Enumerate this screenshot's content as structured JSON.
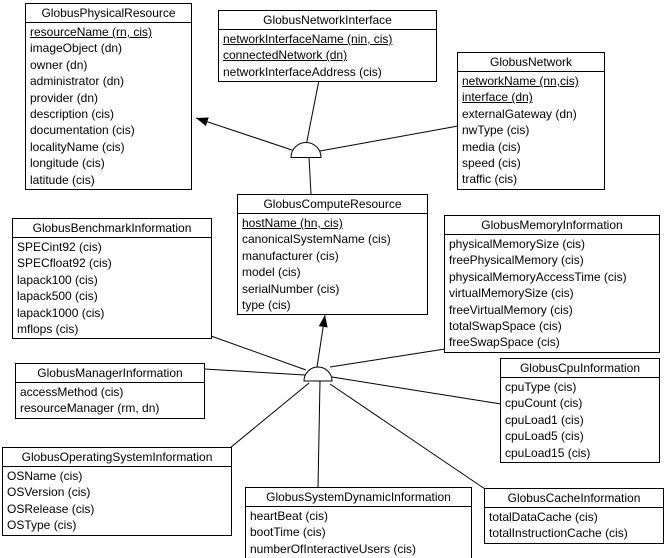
{
  "diagram": {
    "classes": [
      {
        "id": "globus-physical-resource",
        "title": "GlobusPhysicalResource",
        "attributes": [
          {
            "text": "resourceName (rn, cis)",
            "underline": true
          },
          {
            "text": "imageObject (dn)",
            "underline": false
          },
          {
            "text": "owner (dn)",
            "underline": false
          },
          {
            "text": "administrator (dn)",
            "underline": false
          },
          {
            "text": "provider (dn)",
            "underline": false
          },
          {
            "text": "description (cis)",
            "underline": false
          },
          {
            "text": "documentation (cis)",
            "underline": false
          },
          {
            "text": "localityName (cis)",
            "underline": false
          },
          {
            "text": "longitude (cis)",
            "underline": false
          },
          {
            "text": "latitude (cis)",
            "underline": false
          }
        ]
      },
      {
        "id": "globus-network-interface",
        "title": "GlobusNetworkInterface",
        "attributes": [
          {
            "text": "networkInterfaceName (nin, cis)",
            "underline": true
          },
          {
            "text": "connectedNetwork (dn)",
            "underline": true
          },
          {
            "text": "networkInterfaceAddress (cis)",
            "underline": false
          }
        ]
      },
      {
        "id": "globus-network",
        "title": "GlobusNetwork",
        "attributes": [
          {
            "text": "networkName (nn,cis)",
            "underline": true
          },
          {
            "text": "interface (dn)",
            "underline": true
          },
          {
            "text": "externalGateway (dn)",
            "underline": false
          },
          {
            "text": "nwType (cis)",
            "underline": false
          },
          {
            "text": "media (cis)",
            "underline": false
          },
          {
            "text": "speed (cis)",
            "underline": false
          },
          {
            "text": "traffic (cis)",
            "underline": false
          }
        ]
      },
      {
        "id": "globus-compute-resource",
        "title": "GlobusComputeResource",
        "attributes": [
          {
            "text": "hostName (hn, cis)",
            "underline": true
          },
          {
            "text": "canonicalSystemName (cis)",
            "underline": false
          },
          {
            "text": "manufacturer (cis)",
            "underline": false
          },
          {
            "text": "model (cis)",
            "underline": false
          },
          {
            "text": "serialNumber (cis)",
            "underline": false
          },
          {
            "text": "type (cis)",
            "underline": false
          }
        ]
      },
      {
        "id": "globus-benchmark-information",
        "title": "GlobusBenchmarkInformation",
        "attributes": [
          {
            "text": "SPECint92 (cis)",
            "underline": false
          },
          {
            "text": "SPECfloat92 (cis)",
            "underline": false
          },
          {
            "text": "lapack100 (cis)",
            "underline": false
          },
          {
            "text": "lapack500 (cis)",
            "underline": false
          },
          {
            "text": "lapack1000 (cis)",
            "underline": false
          },
          {
            "text": "mflops (cis)",
            "underline": false
          }
        ]
      },
      {
        "id": "globus-memory-information",
        "title": "GlobusMemoryInformation",
        "attributes": [
          {
            "text": "physicalMemorySize (cis)",
            "underline": false
          },
          {
            "text": "freePhysicalMemory (cis)",
            "underline": false
          },
          {
            "text": "physicalMemoryAccessTime (cis)",
            "underline": false
          },
          {
            "text": "virtualMemorySize (cis)",
            "underline": false
          },
          {
            "text": "freeVirtualMemory (cis)",
            "underline": false
          },
          {
            "text": "totalSwapSpace (cis)",
            "underline": false
          },
          {
            "text": "freeSwapSpace (cis)",
            "underline": false
          }
        ]
      },
      {
        "id": "globus-manager-information",
        "title": "GlobusManagerInformation",
        "attributes": [
          {
            "text": "accessMethod (cis)",
            "underline": false
          },
          {
            "text": "resourceManager (rm, dn)",
            "underline": false
          }
        ]
      },
      {
        "id": "globus-cpu-information",
        "title": "GlobusCpuInformation",
        "attributes": [
          {
            "text": "cpuType (cis)",
            "underline": false
          },
          {
            "text": "cpuCount (cis)",
            "underline": false
          },
          {
            "text": "cpuLoad1 (cis)",
            "underline": false
          },
          {
            "text": "cpuLoad5 (cis)",
            "underline": false
          },
          {
            "text": "cpuLoad15 (cis)",
            "underline": false
          }
        ]
      },
      {
        "id": "globus-operating-system-information",
        "title": "GlobusOperatingSystemInformation",
        "attributes": [
          {
            "text": "OSName (cis)",
            "underline": false
          },
          {
            "text": "OSVersion (cis)",
            "underline": false
          },
          {
            "text": "OSRelease (cis)",
            "underline": false
          },
          {
            "text": "OSType (cis)",
            "underline": false
          }
        ]
      },
      {
        "id": "globus-system-dynamic-information",
        "title": "GlobusSystemDynamicInformation",
        "attributes": [
          {
            "text": "heartBeat (cis)",
            "underline": false
          },
          {
            "text": "bootTime (cis)",
            "underline": false
          },
          {
            "text": "numberOfInteractiveUsers (cis)",
            "underline": false
          }
        ]
      },
      {
        "id": "globus-cache-information",
        "title": "GlobusCacheInformation",
        "attributes": [
          {
            "text": "totalDataCache (cis)",
            "underline": false
          },
          {
            "text": "totalInstructionCache (cis)",
            "underline": false
          }
        ]
      }
    ],
    "relationships": [
      {
        "type": "aggregation-arrow",
        "parent": "GlobusPhysicalResource",
        "children": [
          "GlobusNetworkInterface",
          "GlobusNetwork",
          "GlobusComputeResource"
        ]
      },
      {
        "type": "aggregation-arrow",
        "parent": "GlobusComputeResource",
        "children": [
          "GlobusBenchmarkInformation",
          "GlobusManagerInformation",
          "GlobusOperatingSystemInformation",
          "GlobusSystemDynamicInformation",
          "GlobusMemoryInformation",
          "GlobusCpuInformation",
          "GlobusCacheInformation"
        ]
      }
    ],
    "colors": {
      "line": "#000000",
      "background": "#ffffff",
      "box_background": "#ffffff",
      "text": "#000000"
    }
  }
}
